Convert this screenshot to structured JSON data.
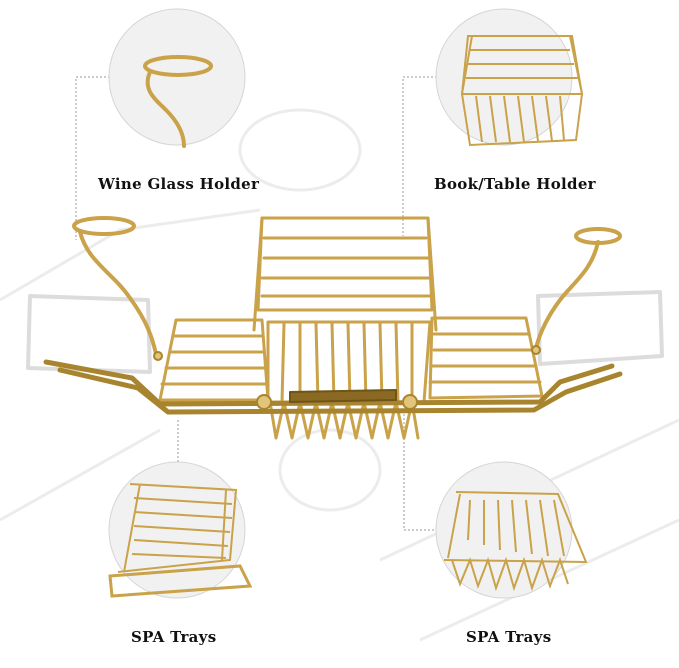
{
  "labels": {
    "wine_glass_holder": "Wine Glass Holder",
    "book_table_holder": "Book/Table Holder",
    "spa_trays_left": "SPA Trays",
    "spa_trays_right": "SPA Trays"
  },
  "colors": {
    "gold": "#c9a24a",
    "gold_dark": "#a8842f",
    "gold_light": "#e2c57a",
    "circle_bg": "#f1f1f1",
    "circle_border": "#d5d5d5",
    "dashed_line": "#9a9a9a",
    "background_ghost": "#ececec"
  }
}
